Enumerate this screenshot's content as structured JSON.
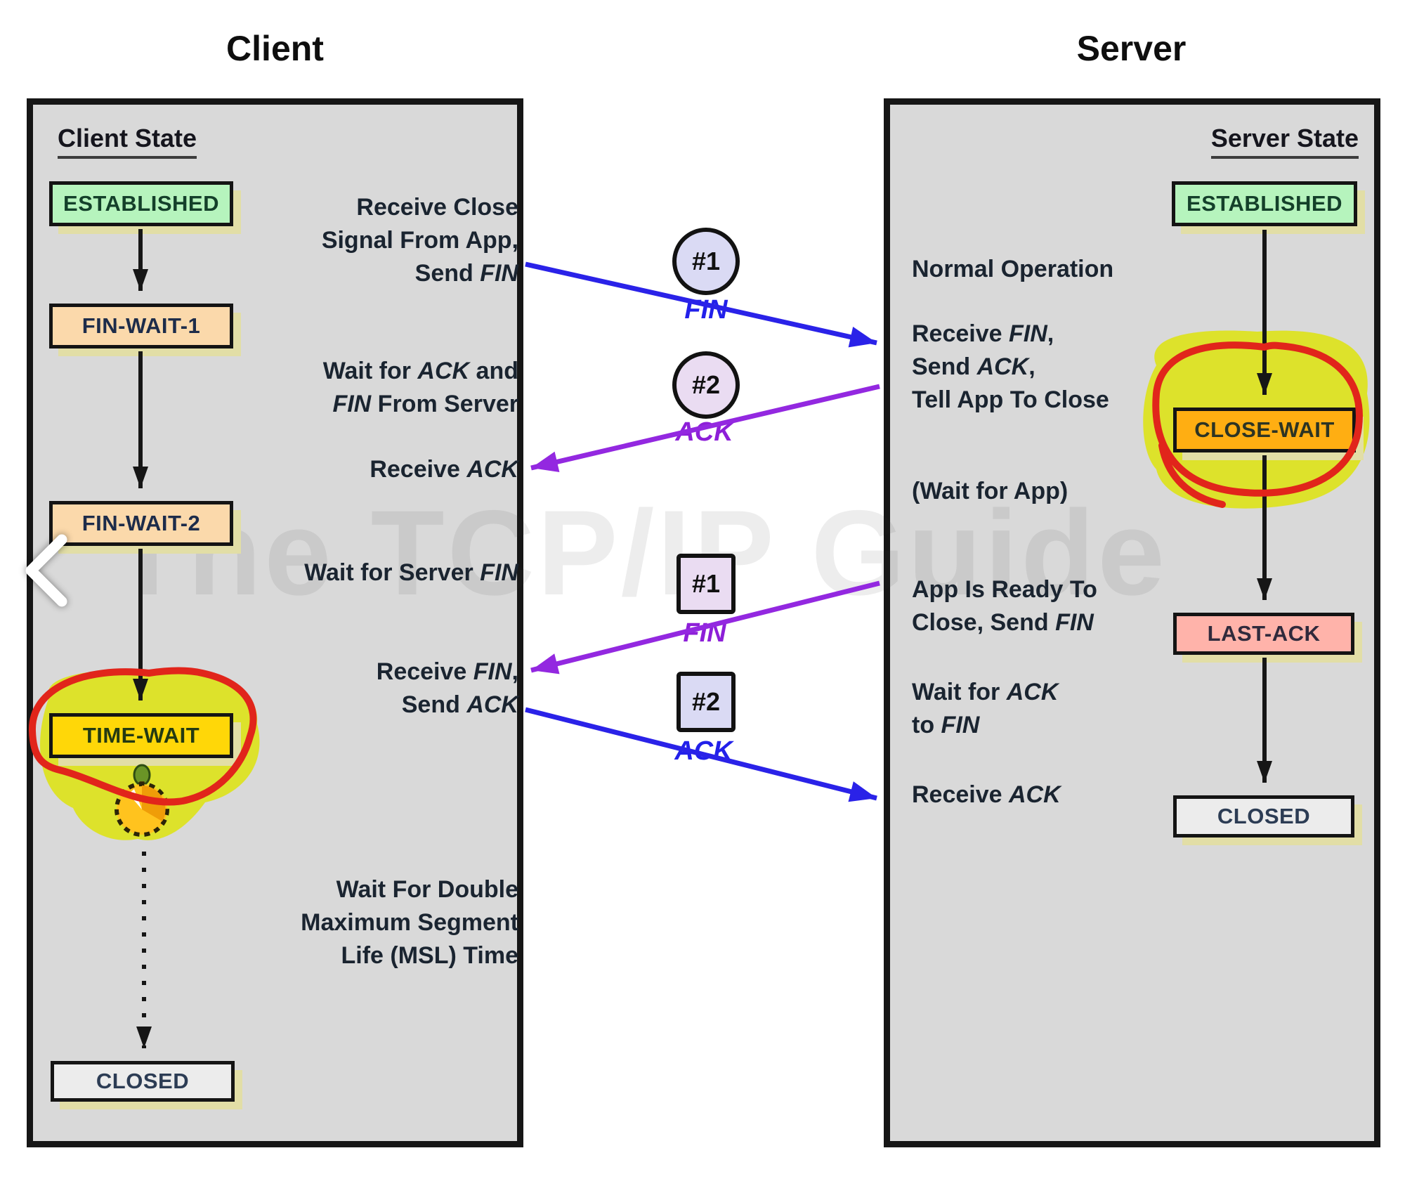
{
  "titles": {
    "client": "Client",
    "server": "Server"
  },
  "watermark": "The TCP/IP Guide",
  "nav": {
    "carousel_prev_icon": "chevron-left"
  },
  "client": {
    "header": "Client State",
    "states": {
      "established": "ESTABLISHED",
      "fin_wait_1": "FIN-WAIT-1",
      "fin_wait_2": "FIN-WAIT-2",
      "time_wait": "TIME-WAIT",
      "closed": "CLOSED"
    },
    "annotations": {
      "receive_close": [
        [
          {
            "t": "Receive Close"
          }
        ],
        [
          {
            "t": "Signal From App,"
          }
        ],
        [
          {
            "t": "Send "
          },
          {
            "t": "FIN",
            "i": true
          }
        ]
      ],
      "wait_ack_fin": [
        [
          {
            "t": "Wait for "
          },
          {
            "t": "ACK",
            "i": true
          },
          {
            "t": " and"
          }
        ],
        [
          {
            "t": "FIN",
            "i": true
          },
          {
            "t": " From Server"
          }
        ]
      ],
      "receive_ack": [
        [
          {
            "t": "Receive "
          },
          {
            "t": "ACK",
            "i": true
          }
        ]
      ],
      "wait_server_fin": [
        [
          {
            "t": "Wait for Server "
          },
          {
            "t": "FIN",
            "i": true
          }
        ]
      ],
      "receive_fin_send_ack": [
        [
          {
            "t": "Receive "
          },
          {
            "t": "FIN",
            "i": true
          },
          {
            "t": ","
          }
        ],
        [
          {
            "t": "Send "
          },
          {
            "t": "ACK",
            "i": true
          }
        ]
      ],
      "wait_msl": [
        [
          {
            "t": "Wait For Double"
          }
        ],
        [
          {
            "t": "Maximum Segment"
          }
        ],
        [
          {
            "t": "Life (MSL) Time"
          }
        ]
      ]
    }
  },
  "server": {
    "header": "Server State",
    "states": {
      "established": "ESTABLISHED",
      "close_wait": "CLOSE-WAIT",
      "last_ack": "LAST-ACK",
      "closed": "CLOSED"
    },
    "annotations": {
      "normal_operation": [
        [
          {
            "t": "Normal Operation"
          }
        ]
      ],
      "receive_fin": [
        [
          {
            "t": "Receive "
          },
          {
            "t": "FIN",
            "i": true
          },
          {
            "t": ","
          }
        ],
        [
          {
            "t": "Send "
          },
          {
            "t": "ACK",
            "i": true
          },
          {
            "t": ","
          }
        ],
        [
          {
            "t": "Tell App To Close"
          }
        ]
      ],
      "wait_for_app": [
        [
          {
            "t": "(Wait for App)"
          }
        ]
      ],
      "app_ready": [
        [
          {
            "t": "App Is Ready To"
          }
        ],
        [
          {
            "t": "Close, Send "
          },
          {
            "t": "FIN",
            "i": true
          }
        ]
      ],
      "wait_ack_to_fin": [
        [
          {
            "t": "Wait for "
          },
          {
            "t": "ACK",
            "i": true
          }
        ],
        [
          {
            "t": "to "
          },
          {
            "t": "FIN",
            "i": true
          }
        ]
      ],
      "receive_ack": [
        [
          {
            "t": "Receive "
          },
          {
            "t": "ACK",
            "i": true
          }
        ]
      ]
    }
  },
  "messages": [
    {
      "badge": "#1",
      "shape": "circle",
      "label": "FIN",
      "color": "blue"
    },
    {
      "badge": "#2",
      "shape": "circle",
      "label": "ACK",
      "color": "purple"
    },
    {
      "badge": "#1",
      "shape": "square",
      "label": "FIN",
      "color": "purple"
    },
    {
      "badge": "#2",
      "shape": "square",
      "label": "ACK",
      "color": "blue"
    }
  ],
  "colors": {
    "blue_arrow": "#2a22e8",
    "purple_arrow": "#9328e0",
    "highlighter": "#dde312",
    "red_pen": "#e1251b",
    "panel_bg": "#d9d9d9",
    "established_fill": "#b6f4bd",
    "fin_wait_fill": "#fbd9ab",
    "time_wait_fill": "#ffd708",
    "close_wait_fill": "#ffae12",
    "last_ack_fill": "#ffb3aa",
    "closed_fill": "#ececec",
    "box_shadow": "#e2dea6"
  }
}
